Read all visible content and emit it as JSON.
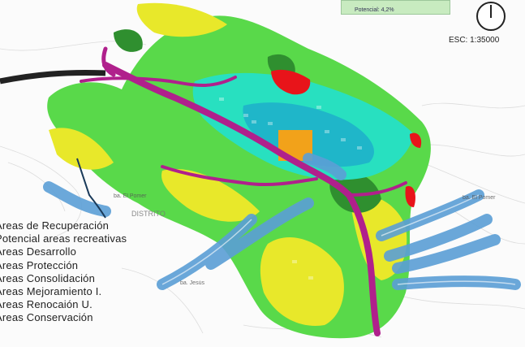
{
  "map": {
    "scale_label": "ESC: 1:35000",
    "stat_label": "Potencial: 4,2%",
    "place_labels": {
      "quebrada_oeste": "ba. El Pomer",
      "distrito": "DISTRITO",
      "quebrada_este": "ba. El Pomer",
      "sur": "ba. Jesús"
    },
    "colors": {
      "recuperacion": "#e8141a",
      "recreativas": "#f26a1e",
      "desarrollo": "#28e0c0",
      "proteccion": "#59d94a",
      "consolidacion": "#1fb6c9",
      "mejoramiento": "#e8e82a",
      "renovacion": "#f2a21a",
      "conservacion": "#2f8f2f",
      "rio": "#b0208c",
      "quebradas": "#5b9fd6"
    }
  },
  "legend": {
    "items": [
      {
        "label": "Areas de Recuperación"
      },
      {
        "label": "Potencial areas recreativas"
      },
      {
        "label": "Areas Desarrollo"
      },
      {
        "label": "Areas Protección"
      },
      {
        "label": "Areas Consolidación"
      },
      {
        "label": "Areas Mejoramiento I."
      },
      {
        "label": "Areas Renocaión U."
      },
      {
        "label": "Areas Conservación"
      }
    ]
  }
}
